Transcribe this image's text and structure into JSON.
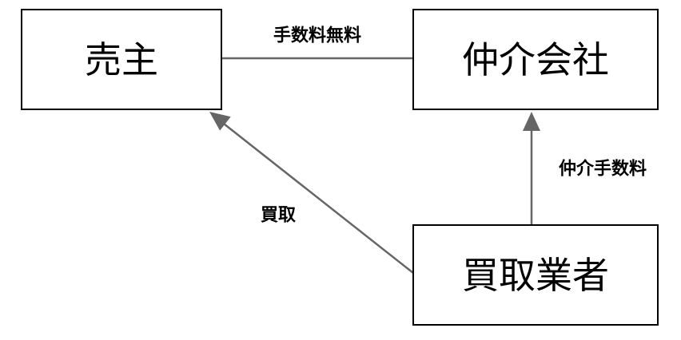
{
  "nodes": {
    "seller": {
      "label": "売主"
    },
    "agency": {
      "label": "仲介会社"
    },
    "buyer": {
      "label": "買取業者"
    }
  },
  "edges": {
    "seller_agency": {
      "label": "手数料無料"
    },
    "buyer_agency": {
      "label": "仲介手数料"
    },
    "buyer_seller": {
      "label": "買取"
    }
  },
  "colors": {
    "node_border": "#000000",
    "edge": "#666666",
    "text": "#000000"
  }
}
